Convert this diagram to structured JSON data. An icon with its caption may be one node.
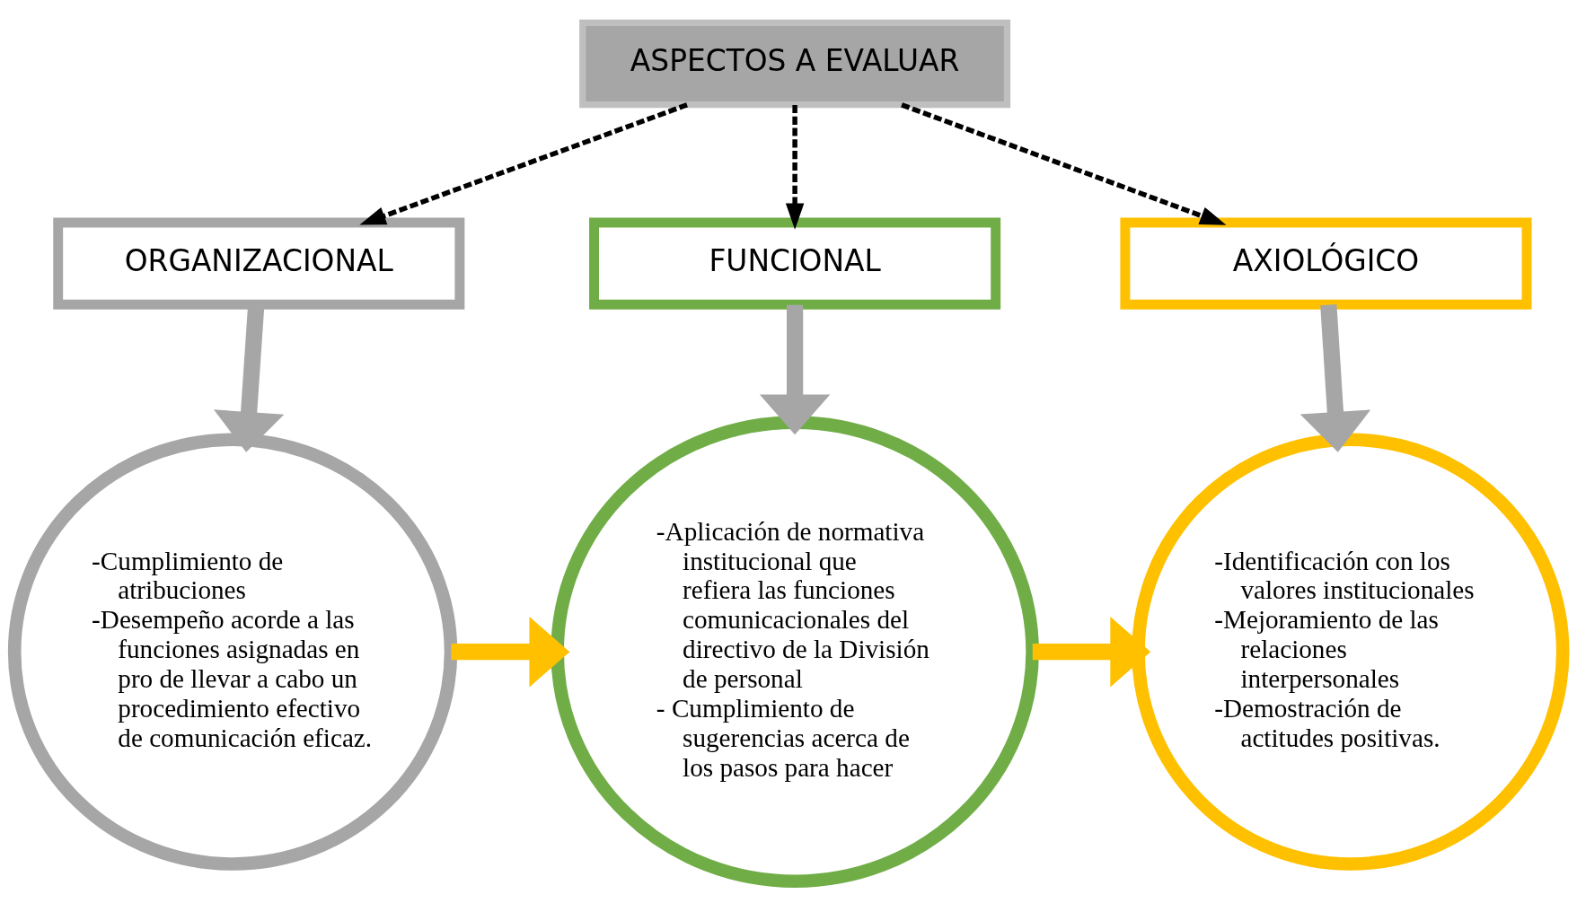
{
  "diagram": {
    "nodes": [
      {
        "text": [
          "ASPECTOS A EVALUAR"
        ]
      },
      {
        "text": [
          "ORGANIZACIONAL"
        ]
      },
      {
        "text": [
          "FUNCIONAL"
        ]
      },
      {
        "text": [
          "AXIOLÓGICO"
        ]
      },
      {
        "text": [
          "-Cumplimiento de atribuciones",
          "-Desempeño acorde a las funciones asignadas en pro de llevar a cabo un procedimiento efectivo de comunicación eficaz."
        ]
      },
      {
        "text": [
          "-Aplicación de normativa institucional que refiera las funciones comunicacionales del directivo de la División de personal",
          "- Cumplimiento de sugerencias acerca de los pasos para hacer"
        ]
      },
      {
        "text": [
          "-Identificación con los valores institucionales",
          "-Mejoramiento de las relaciones interpersonales",
          "-Demostración de actitudes positivas."
        ]
      }
    ],
    "edges": [
      {
        "from": 0,
        "to": 1,
        "arrow": "to",
        "style": "dashed",
        "color": "#000000"
      },
      {
        "from": 0,
        "to": 2,
        "arrow": "to",
        "style": "dashed",
        "color": "#000000"
      },
      {
        "from": 0,
        "to": 3,
        "arrow": "to",
        "style": "dashed",
        "color": "#000000"
      },
      {
        "from": 1,
        "to": 4,
        "arrow": "to",
        "color": "#a6a6a6"
      },
      {
        "from": 2,
        "to": 5,
        "arrow": "to",
        "color": "#a6a6a6"
      },
      {
        "from": 3,
        "to": 6,
        "arrow": "to",
        "color": "#a6a6a6"
      },
      {
        "from": 4,
        "to": 5,
        "arrow": "to",
        "color": "#ffc000"
      },
      {
        "from": 5,
        "to": 6,
        "arrow": "to",
        "color": "#ffc000"
      }
    ]
  }
}
